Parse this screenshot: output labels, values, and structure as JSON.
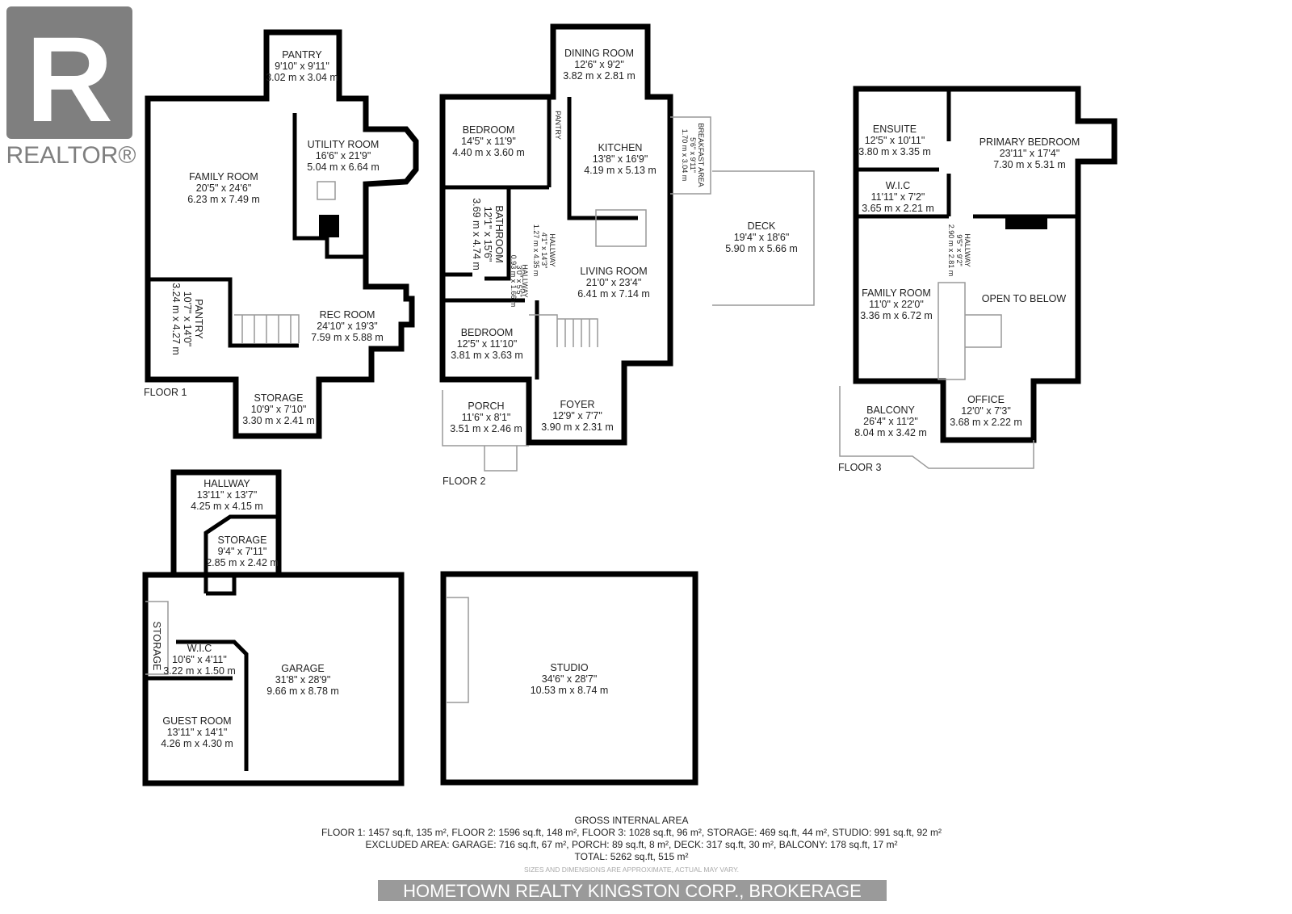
{
  "logo": {
    "text": "REALTOR®",
    "letter": "R",
    "color": "#7f7f7f"
  },
  "floors": {
    "floor1": "FLOOR 1",
    "floor2": "FLOOR 2",
    "floor3": "FLOOR 3"
  },
  "rooms": {
    "f1_pantry_top": {
      "name": "PANTRY",
      "imperial": "9'10\" x 9'11\"",
      "metric": "3.02 m x 3.04 m"
    },
    "f1_family": {
      "name": "FAMILY ROOM",
      "imperial": "20'5\" x 24'6\"",
      "metric": "6.23 m x 7.49 m"
    },
    "f1_utility": {
      "name": "UTILITY ROOM",
      "imperial": "16'6\" x 21'9\"",
      "metric": "5.04 m x 6.64 m"
    },
    "f1_pantry_side": {
      "name": "PANTRY",
      "imperial": "10'7\" x 14'0\"",
      "metric": "3.24 m x 4.27 m"
    },
    "f1_rec": {
      "name": "REC ROOM",
      "imperial": "24'10\" x 19'3\"",
      "metric": "7.59 m x 5.88 m"
    },
    "f1_storage": {
      "name": "STORAGE",
      "imperial": "10'9\" x 7'10\"",
      "metric": "3.30 m x 2.41 m"
    },
    "f2_dining": {
      "name": "DINING ROOM",
      "imperial": "12'6\" x 9'2\"",
      "metric": "3.82 m x 2.81 m"
    },
    "f2_bedroom1": {
      "name": "BEDROOM",
      "imperial": "14'5\" x 11'9\"",
      "metric": "4.40 m x 3.60 m"
    },
    "f2_pantry": {
      "name": "PANTRY"
    },
    "f2_kitchen": {
      "name": "KITCHEN",
      "imperial": "13'8\" x 16'9\"",
      "metric": "4.19 m x 5.13 m"
    },
    "f2_breakfast": {
      "name": "BREAKFAST AREA",
      "imperial": "5'6\" x 9'11\"",
      "metric": "1.70 m x 3.04 m"
    },
    "f2_bathroom": {
      "name": "BATHROOM",
      "imperial": "12'1\" x 15'6\"",
      "metric": "3.69 m x 4.74 m"
    },
    "f2_hallway1": {
      "name": "HALLWAY",
      "imperial": "4'1\" x 14'3\"",
      "metric": "1.27 m x 4.35 m"
    },
    "f2_hallway2": {
      "name": "HALLWAY",
      "imperial": "3'0\" x 5'5\"",
      "metric": "0.93 m x 1.66 m"
    },
    "f2_living": {
      "name": "LIVING ROOM",
      "imperial": "21'0\" x 23'4\"",
      "metric": "6.41 m x 7.14 m"
    },
    "f2_deck": {
      "name": "DECK",
      "imperial": "19'4\" x 18'6\"",
      "metric": "5.90 m x 5.66 m"
    },
    "f2_bedroom2": {
      "name": "BEDROOM",
      "imperial": "12'5\" x 11'10\"",
      "metric": "3.81 m x 3.63 m"
    },
    "f2_porch": {
      "name": "PORCH",
      "imperial": "11'6\" x 8'1\"",
      "metric": "3.51 m x 2.46 m"
    },
    "f2_foyer": {
      "name": "FOYER",
      "imperial": "12'9\" x 7'7\"",
      "metric": "3.90 m x 2.31 m"
    },
    "f3_ensuite": {
      "name": "ENSUITE",
      "imperial": "12'5\" x 10'11\"",
      "metric": "3.80 m x 3.35 m"
    },
    "f3_primary": {
      "name": "PRIMARY BEDROOM",
      "imperial": "23'11\" x 17'4\"",
      "metric": "7.30 m x 5.31 m"
    },
    "f3_wic": {
      "name": "W.I.C",
      "imperial": "11'11\" x 7'2\"",
      "metric": "3.65 m x 2.21 m"
    },
    "f3_hallway": {
      "name": "HALLWAY",
      "imperial": "9'5\" x 9'2\"",
      "metric": "2.90 m x 2.81 m"
    },
    "f3_family": {
      "name": "FAMILY ROOM",
      "imperial": "11'0\" x 22'0\"",
      "metric": "3.36 m x 6.72 m"
    },
    "f3_open": {
      "name": "OPEN TO BELOW"
    },
    "f3_balcony": {
      "name": "BALCONY",
      "imperial": "26'4\" x 11'2\"",
      "metric": "8.04 m x 3.42 m"
    },
    "f3_office": {
      "name": "OFFICE",
      "imperial": "12'0\" x 7'3\"",
      "metric": "3.68 m x 2.22 m"
    },
    "g_hallway": {
      "name": "HALLWAY",
      "imperial": "13'11\" x 13'7\"",
      "metric": "4.25 m x 4.15 m"
    },
    "g_storage": {
      "name": "STORAGE",
      "imperial": "9'4\" x 7'11\"",
      "metric": "2.85 m x 2.42 m"
    },
    "g_storage_side": {
      "name": "STORAGE"
    },
    "g_wic": {
      "name": "W.I.C",
      "imperial": "10'6\" x 4'11\"",
      "metric": "3.22 m x 1.50 m"
    },
    "g_garage": {
      "name": "GARAGE",
      "imperial": "31'8\" x 28'9\"",
      "metric": "9.66 m x 8.78 m"
    },
    "g_guest": {
      "name": "GUEST ROOM",
      "imperial": "13'11\" x 14'1\"",
      "metric": "4.26 m x 4.30 m"
    },
    "studio": {
      "name": "STUDIO",
      "imperial": "34'6\" x 28'7\"",
      "metric": "10.53 m x 8.74 m"
    }
  },
  "area_summary": {
    "title": "GROSS INTERNAL AREA",
    "line1": "FLOOR 1: 1457 sq.ft, 135 m², FLOOR 2: 1596 sq.ft, 148 m², FLOOR 3: 1028 sq.ft, 96 m², STORAGE: 469 sq.ft, 44 m², STUDIO: 991 sq.ft, 92 m²",
    "line2": "EXCLUDED AREA: GARAGE: 716 sq.ft, 67 m², PORCH: 89 sq.ft, 8 m², DECK: 317 sq.ft, 30 m², BALCONY: 178 sq.ft, 17 m²",
    "total": "TOTAL: 5262 sq.ft, 515 m²",
    "disclaimer": "SIZES AND DIMENSIONS ARE APPROXIMATE, ACTUAL MAY VARY."
  },
  "watermark": "HOMETOWN REALTY KINGSTON CORP., BROKERAGE"
}
